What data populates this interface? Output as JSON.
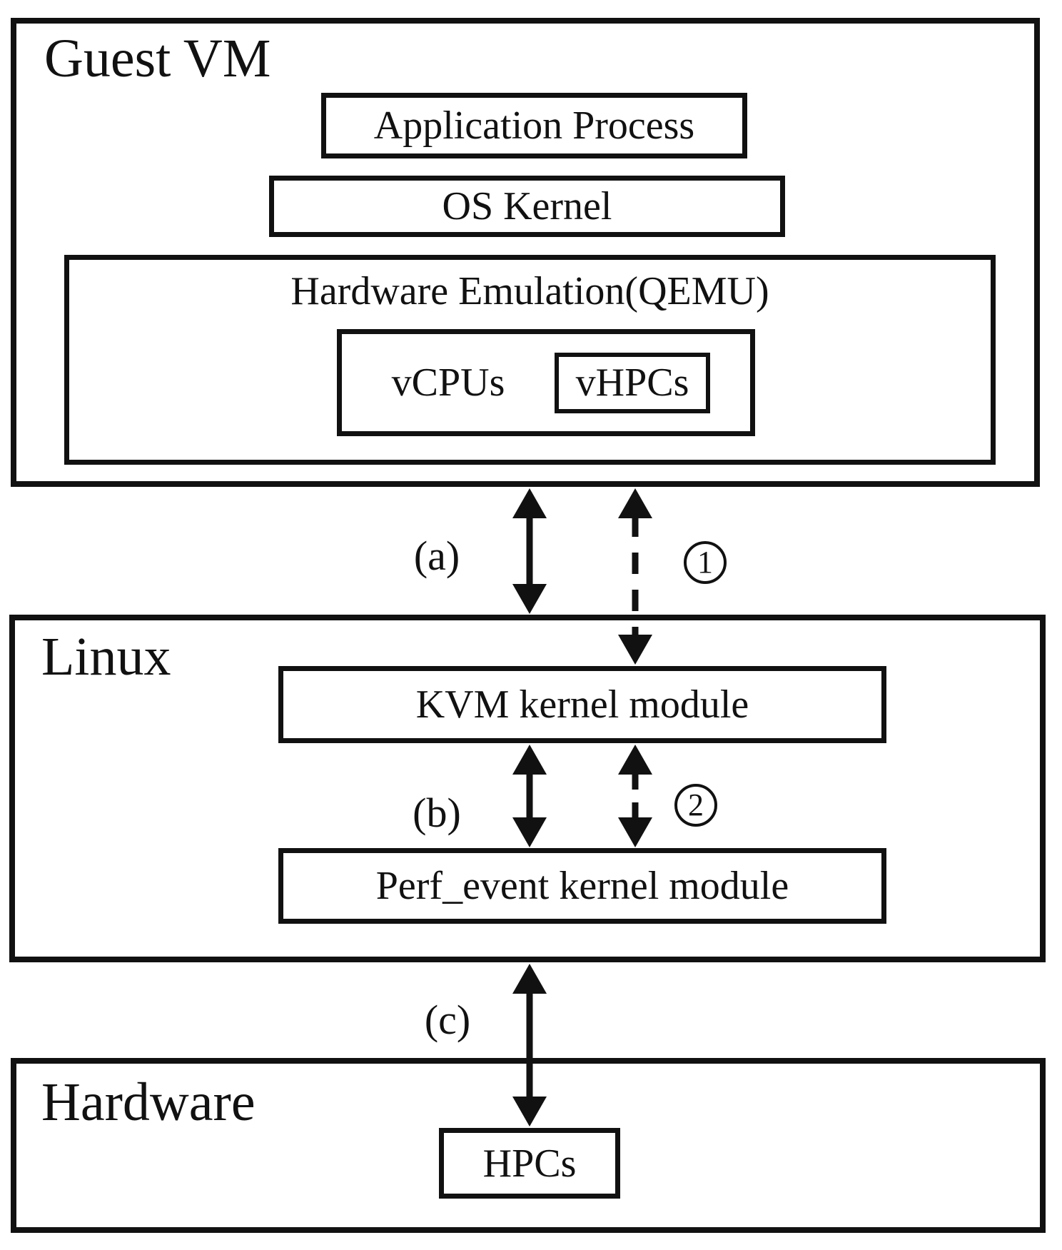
{
  "diagram": {
    "guest_vm": {
      "title": "Guest VM",
      "application_process": "Application Process",
      "os_kernel": "OS Kernel",
      "hardware_emulation": "Hardware Emulation(QEMU)",
      "vcpus": "vCPUs",
      "vhpcs": "vHPCs"
    },
    "linux": {
      "title": "Linux",
      "kvm_module": "KVM kernel module",
      "perf_module": "Perf_event kernel module"
    },
    "hardware": {
      "title": "Hardware",
      "hpcs": "HPCs"
    },
    "connections": {
      "a_label": "(a)",
      "b_label": "(b)",
      "c_label": "(c)",
      "circled_1": "1",
      "circled_2": "2"
    },
    "colors": {
      "ink": "#111111",
      "background": "#ffffff"
    }
  }
}
